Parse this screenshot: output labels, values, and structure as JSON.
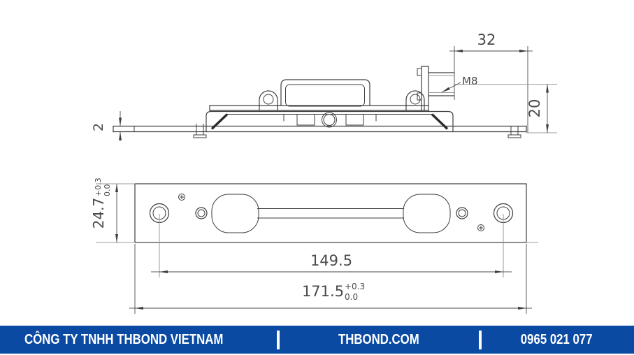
{
  "side_view": {
    "dim_32": "32",
    "dim_20": "20",
    "dim_2": "2",
    "thread_label": "M8"
  },
  "front_view": {
    "dim_hole_spacing": "149.5",
    "dim_overall": "171.5",
    "dim_overall_tol_plus": "+0.3",
    "dim_overall_tol_min": "0.0",
    "dim_height": "24.7",
    "dim_height_tol_plus": "+0.3",
    "dim_height_tol_min": "0.0"
  },
  "footer": {
    "company": "CÔNG TY TNHH THBOND VIETNAM",
    "website": "THBOND.COM",
    "phone": "0965 021 077"
  },
  "colors": {
    "line": "#3e3e3e",
    "aux_line": "#9b9b9b",
    "dim_text": "#4a4a4a",
    "footer_bg": "#0b4aa2",
    "footer_text": "#ffffff"
  }
}
